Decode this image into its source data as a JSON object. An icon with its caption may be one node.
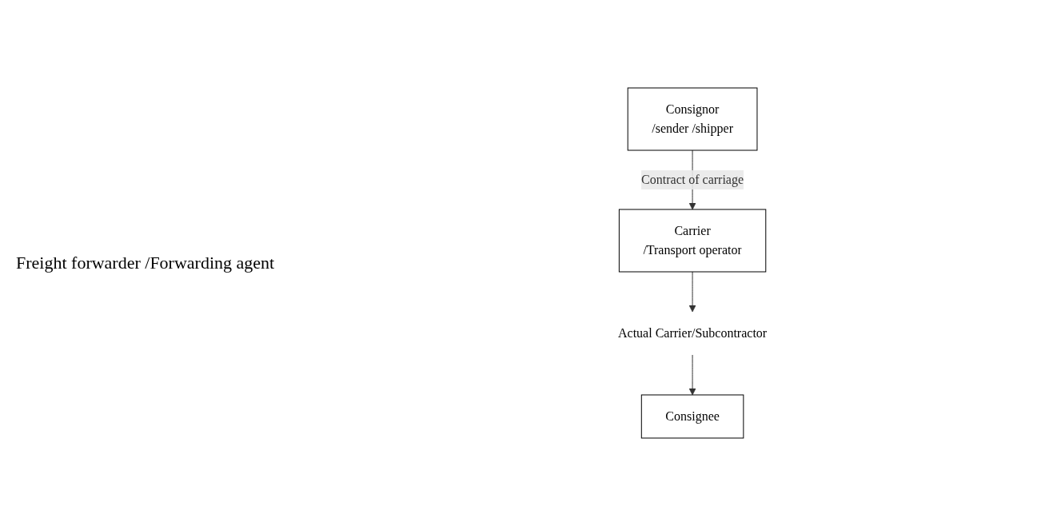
{
  "diagram": {
    "nodes": [
      {
        "text": [
          "Consignor",
          "/sender /shipper"
        ]
      },
      {
        "text": [
          "Carrier",
          "/Transport operator"
        ]
      },
      {
        "text": [
          "Actual Carrier/Subcontractor"
        ]
      },
      {
        "text": [
          "Consignee"
        ]
      }
    ],
    "edges": [
      {
        "from": 0,
        "to": 1,
        "arrow": "to",
        "label": "Contract of carriage"
      },
      {
        "from": 1,
        "to": 2,
        "arrow": "to"
      },
      {
        "from": 2,
        "to": 3,
        "arrow": "to"
      }
    ],
    "labels": [
      "Freight forwarder /Forwarding agent"
    ]
  }
}
